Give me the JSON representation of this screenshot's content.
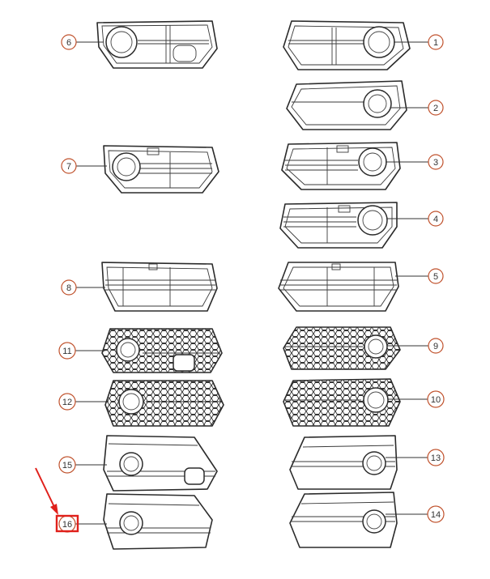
{
  "diagram": {
    "callouts": [
      {
        "id": "c1",
        "label": "1"
      },
      {
        "id": "c2",
        "label": "2"
      },
      {
        "id": "c3",
        "label": "3"
      },
      {
        "id": "c4",
        "label": "4"
      },
      {
        "id": "c5",
        "label": "5"
      },
      {
        "id": "c6",
        "label": "6"
      },
      {
        "id": "c7",
        "label": "7"
      },
      {
        "id": "c8",
        "label": "8"
      },
      {
        "id": "c9",
        "label": "9"
      },
      {
        "id": "c10",
        "label": "10"
      },
      {
        "id": "c11",
        "label": "11"
      },
      {
        "id": "c12",
        "label": "12"
      },
      {
        "id": "c13",
        "label": "13"
      },
      {
        "id": "c14",
        "label": "14"
      },
      {
        "id": "c15",
        "label": "15"
      },
      {
        "id": "c16",
        "label": "16"
      }
    ],
    "highlight": {
      "label_ref": "16",
      "color": "#e0201b"
    },
    "colors": {
      "callout_ring": "#c0522d",
      "line": "#2b2b2b",
      "arrow": "#e0201b"
    }
  }
}
